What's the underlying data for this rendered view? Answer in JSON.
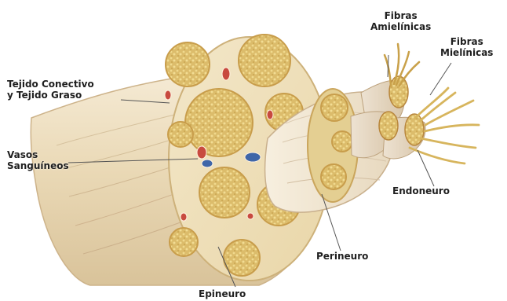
{
  "labels": {
    "fibras_amielinicas": {
      "line1": "Fibras",
      "line2": "Amielínicas"
    },
    "fibras_mielinicas": {
      "line1": "Fibras",
      "line2": "Mielínicas"
    },
    "tejido_conectivo": {
      "line1": "Tejido Conectivo",
      "line2": "y Tejido Graso"
    },
    "vasos_sanguineos": {
      "line1": "Vasos",
      "line2": "Sanguíneos"
    },
    "endoneuro": "Endoneuro",
    "perineuro": "Perineuro",
    "epineuro": "Epineuro"
  },
  "colors": {
    "epineuro": "#efe0c2",
    "fascicle": "#e2c47a",
    "vessel_red": "#c84a3f",
    "vessel_blue": "#3f66a8",
    "leader_line": "#555555"
  }
}
